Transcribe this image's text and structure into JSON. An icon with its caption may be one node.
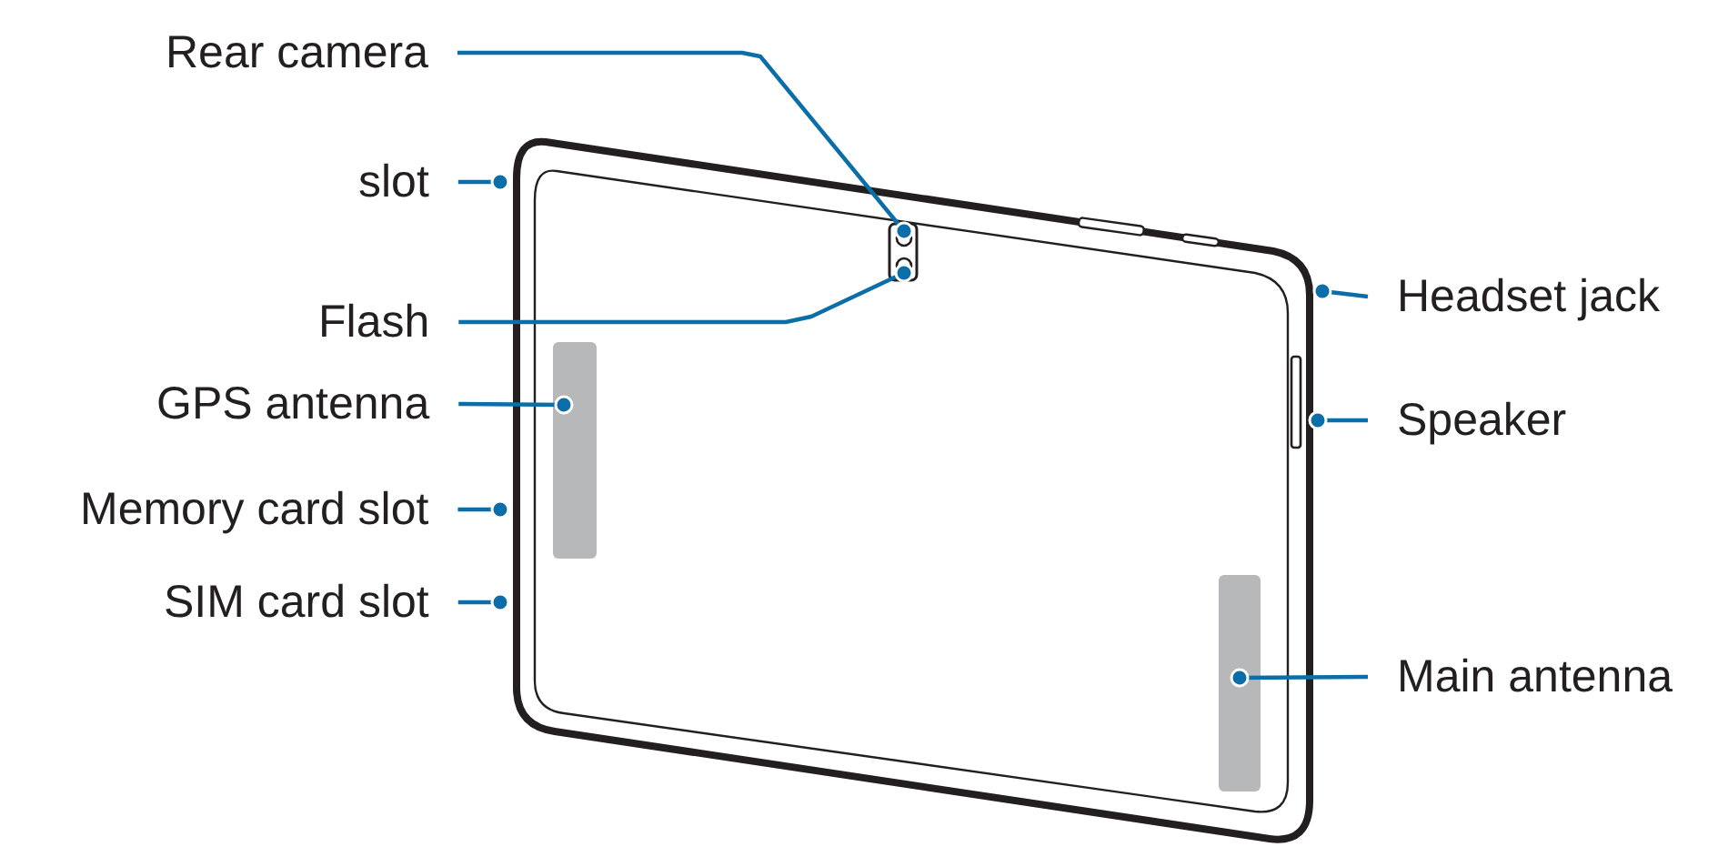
{
  "diagram": {
    "nodes": [
      {
        "text": [
          "Rear camera"
        ]
      },
      {
        "text": [
          "slot"
        ]
      },
      {
        "text": [
          "Flash"
        ]
      },
      {
        "text": [
          "GPS antenna"
        ]
      },
      {
        "text": [
          "Memory card slot"
        ]
      },
      {
        "text": [
          "SIM card slot"
        ]
      },
      {
        "text": [
          "Headset jack"
        ]
      },
      {
        "text": [
          "Speaker"
        ]
      },
      {
        "text": [
          "Main antenna"
        ]
      },
      {
        "text": [],
        "shape": "circle"
      },
      {
        "text": [],
        "shape": "circle"
      },
      {
        "text": [],
        "shape": "box"
      },
      {
        "text": [],
        "shape": "bar"
      },
      {
        "text": [],
        "shape": "box"
      }
    ],
    "edges": [
      {
        "from": 0,
        "to": 9,
        "arrow": "other"
      },
      {
        "from": 1,
        "to": null,
        "arrow": "other"
      },
      {
        "from": 2,
        "to": 10,
        "arrow": "other"
      },
      {
        "from": 3,
        "to": 11,
        "arrow": "other"
      },
      {
        "from": 4,
        "to": null,
        "arrow": "other"
      },
      {
        "from": 5,
        "to": null,
        "arrow": "other"
      },
      {
        "from": 6,
        "to": null,
        "arrow": "other"
      },
      {
        "from": 7,
        "to": 12,
        "arrow": "other"
      },
      {
        "from": 8,
        "to": 13,
        "arrow": "other"
      }
    ]
  }
}
